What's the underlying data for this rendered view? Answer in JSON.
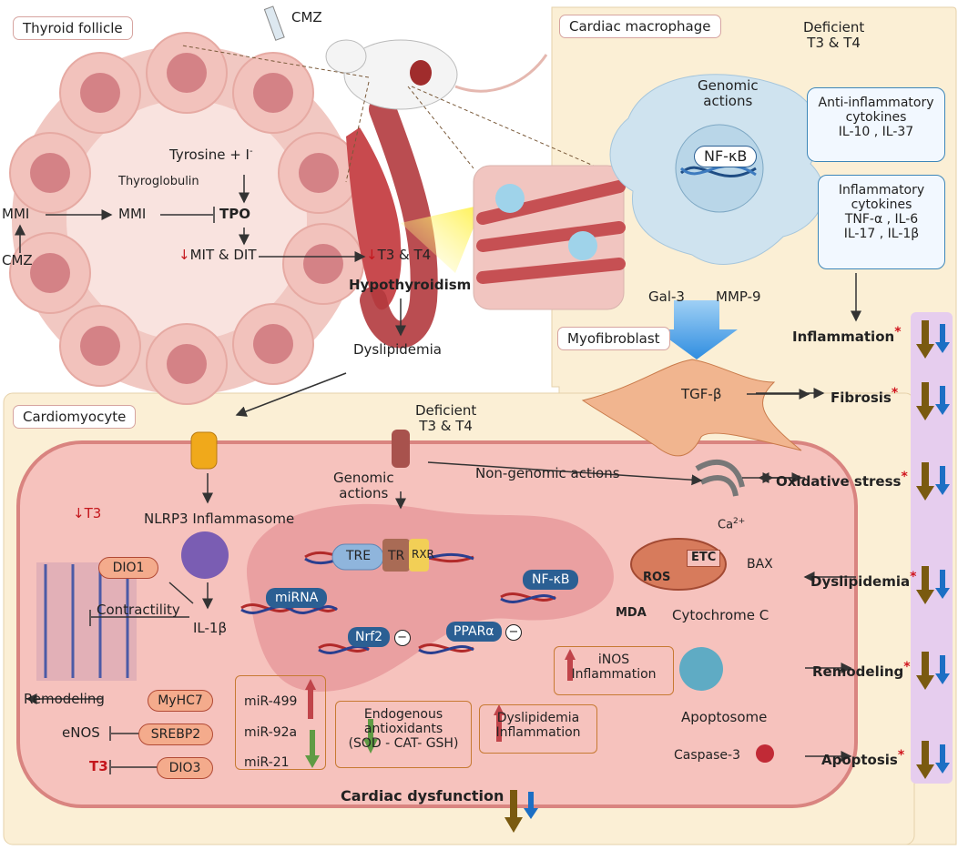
{
  "colors": {
    "thyroid_bg": "#f3cfc9",
    "macrophage_panel": "#fbefd5",
    "cell_body": "#f6c2bd",
    "nucleus": "#e89a9c",
    "macrophage": "#cfe3ef",
    "brown_arrow": "#7a5a10",
    "blue_arrow": "#1c6fc4",
    "red_arrow": "#c4161c",
    "purple_panel": "#e6cdee"
  },
  "sections": {
    "thyroid": "Thyroid follicle",
    "macrophage": "Cardiac macrophage",
    "cardiomyocyte": "Cardiomyocyte",
    "myofibroblast": "Myofibroblast"
  },
  "thyroid": {
    "cmz_top": "CMZ",
    "cmz_left": "CMZ",
    "mmi_left": "MMI",
    "mmi_mid": "MMI",
    "tpo": "TPO",
    "tyrosine": "Tyrosine + I",
    "iodide_sup": "-",
    "thyroglobulin": "Thyroglobulin",
    "mit_dit": "MIT & DIT",
    "t3t4": "T3 & T4",
    "hypo": "Hypothyroidism",
    "dyslipidemia": "Dyslipidemia"
  },
  "macrophage": {
    "deficient_l1": "Deficient",
    "deficient_l2": "T3 & T4",
    "genomic_l1": "Genomic",
    "genomic_l2": "actions",
    "nfkb": "NF-κB",
    "anti_l1": "Anti-inflammatory",
    "anti_l2": "cytokines",
    "anti_l3": "IL-10 , IL-37",
    "infl_l1": "Inflammatory",
    "infl_l2": "cytokines",
    "infl_l3": "TNF-α , IL-6",
    "infl_l4": "IL-17 , IL-1β",
    "gal3": "Gal-3",
    "mmp9": "MMP-9",
    "tgfb": "TGF-β"
  },
  "outcomes": [
    {
      "label": "Inflammation"
    },
    {
      "label": "Fibrosis"
    },
    {
      "label": "Oxidative stress"
    },
    {
      "label": "Dyslipidemia"
    },
    {
      "label": "Remodeling"
    },
    {
      "label": "Apoptosis"
    }
  ],
  "cardio": {
    "deficient_l1": "Deficient",
    "deficient_l2": "T3 & T4",
    "genomic_l1": "Genomic",
    "genomic_l2": "actions",
    "nongenomic": "Non-genomic actions",
    "nlrp3": "NLRP3 Inflammasome",
    "t3_top": "T3",
    "dio1": "DIO1",
    "contractility": "Contractility",
    "il1b": "IL-1β",
    "remodeling": "Remodeling",
    "myhc7": "MyHC7",
    "enos": "eNOS",
    "srebp2": "SREBP2",
    "t3_bottom": "T3",
    "dio3": "DIO3",
    "mir499": "miR-499",
    "mir92a": "miR-92a",
    "mir21": "miR-21",
    "tre": "TRE",
    "tr": "TR",
    "rxr": "RXR",
    "mirna": "miRNA",
    "nfkb": "NF-κB",
    "nrf2": "Nrf2",
    "ppara": "PPARα",
    "minus": "−",
    "endo_l1": "Endogenous",
    "endo_l2": "antioxidants",
    "endo_l3": "(SOD - CAT- GSH)",
    "dys_l1": "Dyslipidemia",
    "dys_l2": "Inflammation",
    "inos_l1": "iNOS",
    "inos_l2": "Inflammation",
    "ca": "Ca",
    "ca_sup": "2+",
    "etc": "ETC",
    "ros": "ROS",
    "mda": "MDA",
    "bax": "BAX",
    "cytc": "Cytochrome C",
    "apoptosome": "Apoptosome",
    "caspase": "Caspase-3",
    "dysfunction": "Cardiac dysfunction"
  }
}
